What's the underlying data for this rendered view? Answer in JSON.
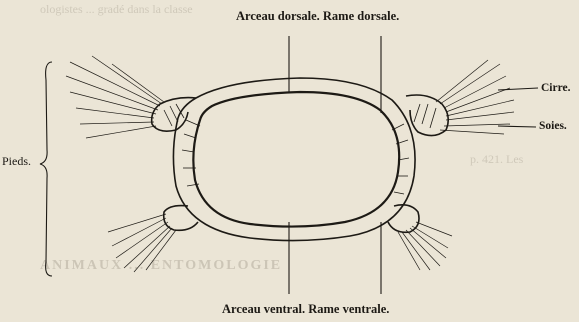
{
  "bleed_through": {
    "top_fragment": "ologistes ... gradé dans la classe",
    "right_fragment": "p. 421. Les",
    "heading_fragment": "ANIMAUX ... ENTOMOLOGIE"
  },
  "figure": {
    "title_top": "Arceau dorsale. Rame dorsale.",
    "title_bottom": "Arceau ventral. Rame ventrale.",
    "labels": {
      "pieds": "Pieds.",
      "cirre": "Cirre.",
      "soies": "Soies."
    }
  },
  "colors": {
    "paper": "#ebe5d6",
    "ink": "#1d1a15",
    "bleed_ink": "#b9b2a3"
  }
}
